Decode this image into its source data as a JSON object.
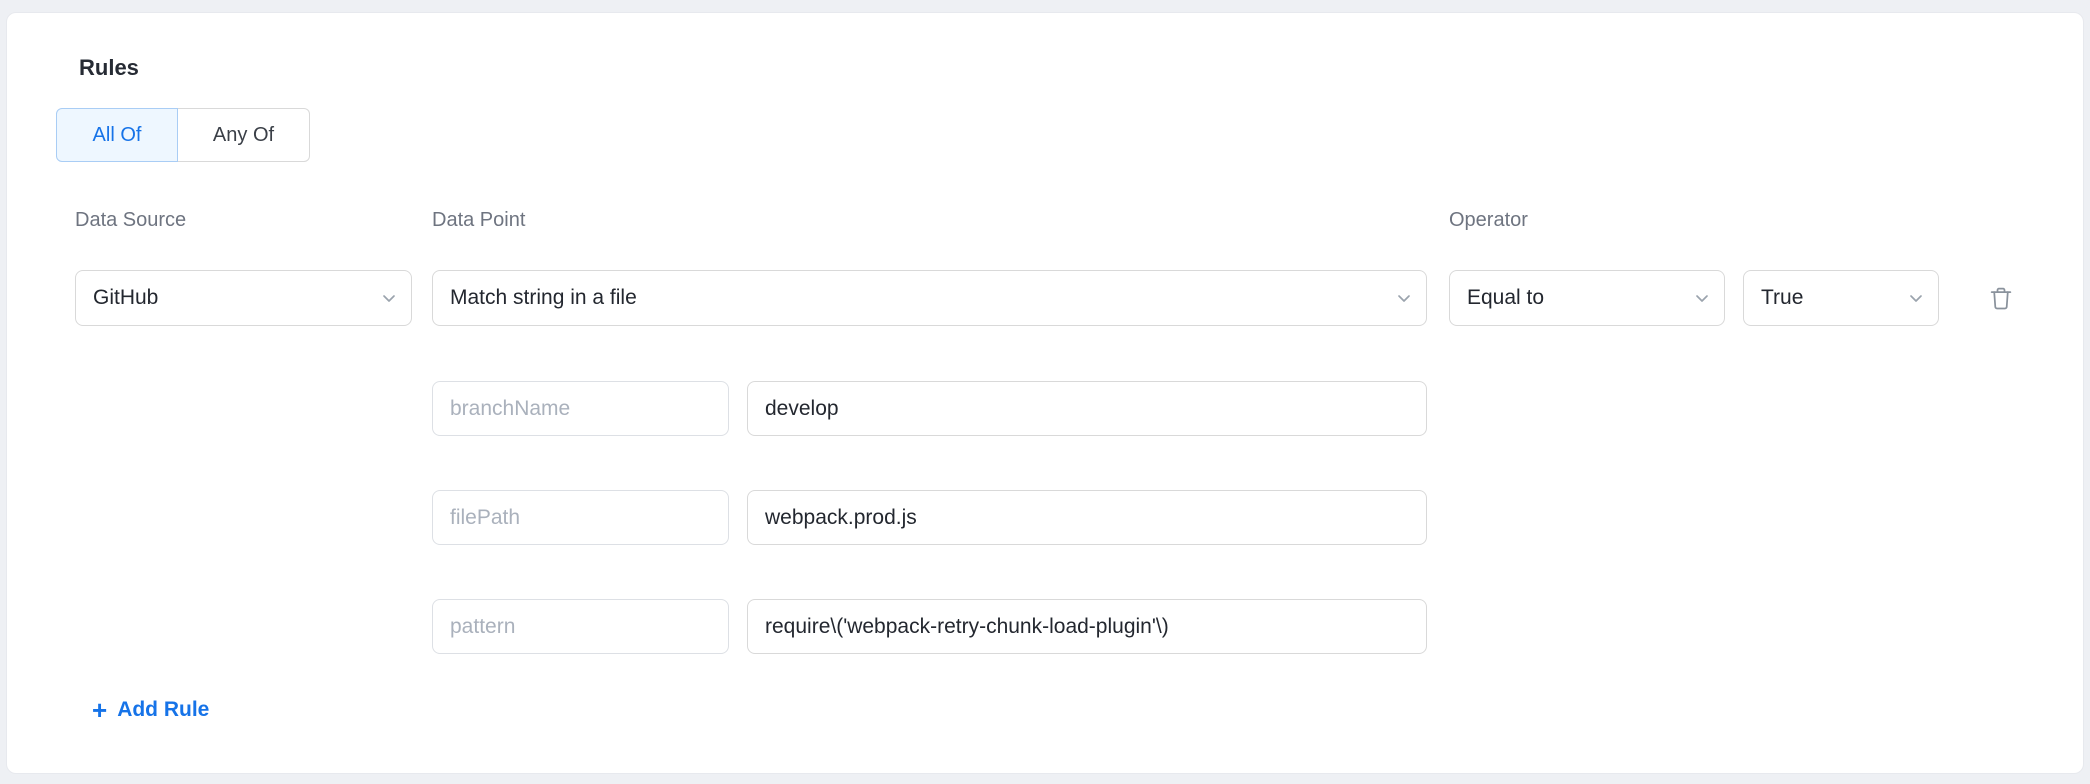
{
  "colors": {
    "accent": "#1673e8",
    "accent-bg": "#eef7ff",
    "accent-border": "#a9cdf5"
  },
  "panel": {
    "title": "Rules"
  },
  "match_mode": {
    "all_of": "All Of",
    "any_of": "Any Of",
    "selected": "All Of"
  },
  "rule": {
    "data_source": {
      "label": "Data Source",
      "value": "GitHub"
    },
    "data_point": {
      "label": "Data Point",
      "value": "Match string in a file"
    },
    "operator": {
      "label": "Operator",
      "value": "Equal to"
    },
    "operator_value": {
      "value": "True"
    },
    "params": [
      {
        "key": "branchName",
        "value": "develop"
      },
      {
        "key": "filePath",
        "value": "webpack.prod.js"
      },
      {
        "key": "pattern",
        "value": "require\\('webpack-retry-chunk-load-plugin'\\)"
      }
    ]
  },
  "footer": {
    "add_rule_label": "Add Rule",
    "plus_glyph": "+"
  }
}
